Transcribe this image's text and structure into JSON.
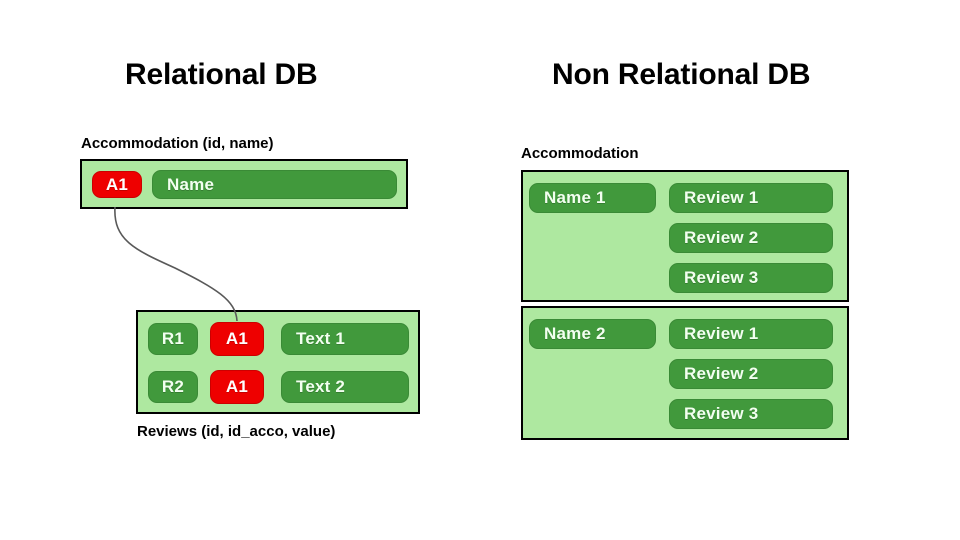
{
  "panels": {
    "left": {
      "title": "Relational DB",
      "accommodation": {
        "caption": "Accommodation (id, name)",
        "row": {
          "id": "A1",
          "name": "Name"
        }
      },
      "reviews": {
        "caption": "Reviews (id, id_acco, value)",
        "rows": [
          {
            "id": "R1",
            "id_acco": "A1",
            "value": "Text 1"
          },
          {
            "id": "R2",
            "id_acco": "A1",
            "value": "Text 2"
          }
        ]
      }
    },
    "right": {
      "title": "Non Relational DB",
      "accommodation": {
        "caption": "Accommodation",
        "documents": [
          {
            "name": "Name 1",
            "reviews": [
              "Review 1",
              "Review 2",
              "Review 3"
            ]
          },
          {
            "name": "Name 2",
            "reviews": [
              "Review 1",
              "Review 2",
              "Review 3"
            ]
          }
        ]
      }
    }
  },
  "colors": {
    "background": "#ffffff",
    "panel_light_green": "#aee8a0",
    "chip_green": "#41993c",
    "chip_red": "#ee0000",
    "border_black": "#000000",
    "chip_text": "#f2fff0",
    "connector_line": "#595959"
  }
}
